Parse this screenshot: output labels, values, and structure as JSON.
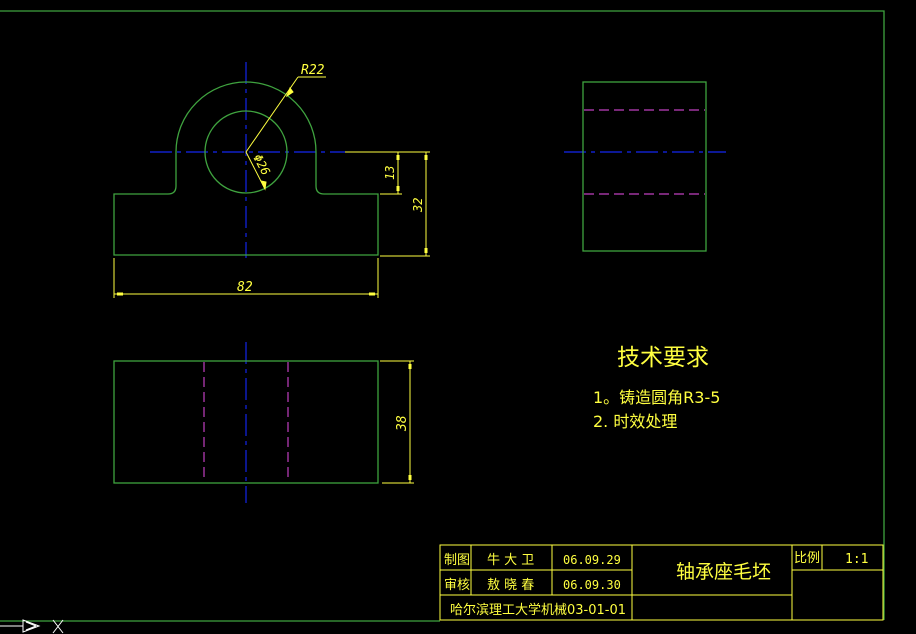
{
  "colors": {
    "background": "#000000",
    "outline": "#3fa33f",
    "centerline": "#1020c8",
    "hidden": "#c040c0",
    "dimension": "#ffff40",
    "titleblock": "#ffff40"
  },
  "drawing": {
    "front_view": {
      "dim_radius": "R22",
      "dim_diameter": "Φ26",
      "dim_height_boss": "13",
      "dim_height_total": "32",
      "dim_width": "82"
    },
    "top_view": {
      "dim_depth": "38"
    }
  },
  "notes": {
    "title": "技术要求",
    "items": [
      "1。铸造圆角R3-5",
      "2. 时效处理"
    ]
  },
  "title_block": {
    "drawn_label": "制图",
    "drawn_by": "牛 大 卫",
    "drawn_date": "06.09.29",
    "checked_label": "审核",
    "checked_by": "敖 晓 春",
    "checked_date": "06.09.30",
    "part_name": "轴承座毛坯",
    "scale_label": "比例",
    "scale_value": "1:1",
    "drawing_number": "哈尔滨理工大学机械03-01-01"
  },
  "ucs": {
    "x_label": "X"
  }
}
